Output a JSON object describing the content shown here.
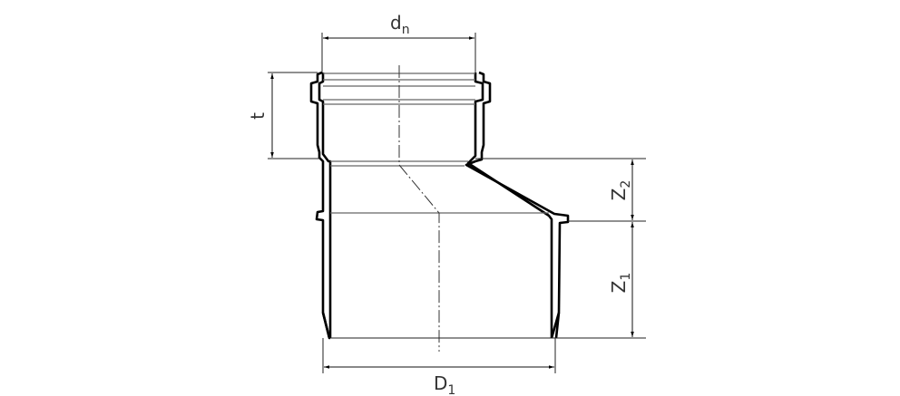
{
  "diagram": {
    "type": "technical-drawing",
    "subject": "eccentric pipe reducer with socket",
    "labels": {
      "dn": {
        "main": "d",
        "sub": "n"
      },
      "t": {
        "main": "t"
      },
      "z2": {
        "main": "Z",
        "sub": "2"
      },
      "z1": {
        "main": "Z",
        "sub": "1"
      },
      "D1": {
        "main": "D",
        "sub": "1"
      }
    },
    "colors": {
      "outline": "#000000",
      "thin_line": "#222222",
      "inner_line": "#666666",
      "background": "#ffffff"
    }
  }
}
